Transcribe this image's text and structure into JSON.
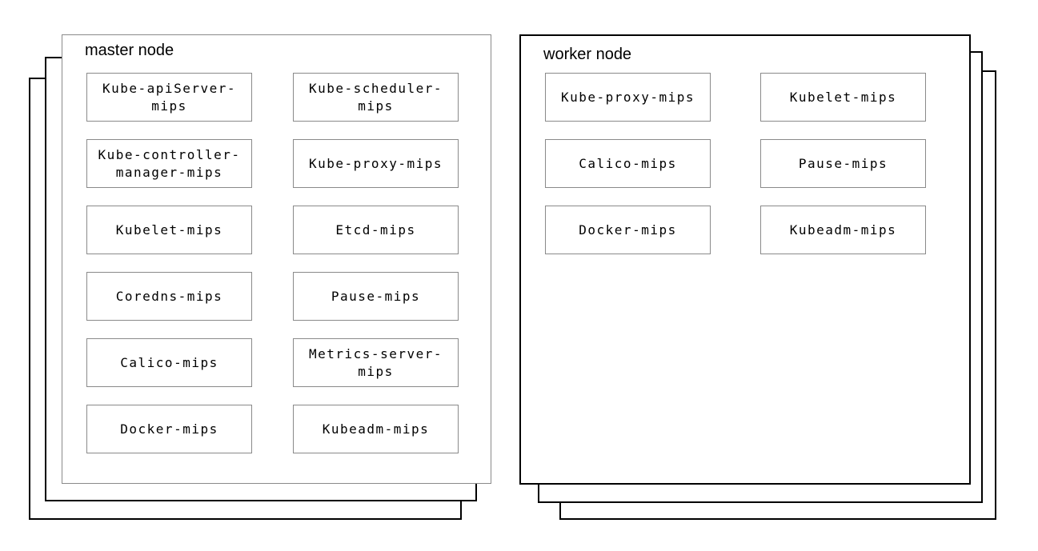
{
  "master": {
    "title": "master node",
    "components": [
      {
        "label": "Kube-apiServer-mips"
      },
      {
        "label": "Kube-scheduler-mips"
      },
      {
        "label": "Kube-controller-manager-mips"
      },
      {
        "label": "Kube-proxy-mips"
      },
      {
        "label": "Kubelet-mips"
      },
      {
        "label": "Etcd-mips"
      },
      {
        "label": "Coredns-mips"
      },
      {
        "label": "Pause-mips"
      },
      {
        "label": "Calico-mips"
      },
      {
        "label": "Metrics-server-mips"
      },
      {
        "label": "Docker-mips"
      },
      {
        "label": "Kubeadm-mips"
      }
    ]
  },
  "worker": {
    "title": "worker node",
    "components": [
      {
        "label": "Kube-proxy-mips"
      },
      {
        "label": "Kubelet-mips"
      },
      {
        "label": "Calico-mips"
      },
      {
        "label": "Pause-mips"
      },
      {
        "label": "Docker-mips"
      },
      {
        "label": "Kubeadm-mips"
      }
    ]
  },
  "colors": {
    "background": "#ffffff",
    "stack_layer_border": "#000000",
    "master_front_border": "#8a8a8a",
    "worker_front_border": "#000000",
    "component_border": "#8a8a8a",
    "text": "#000000"
  }
}
